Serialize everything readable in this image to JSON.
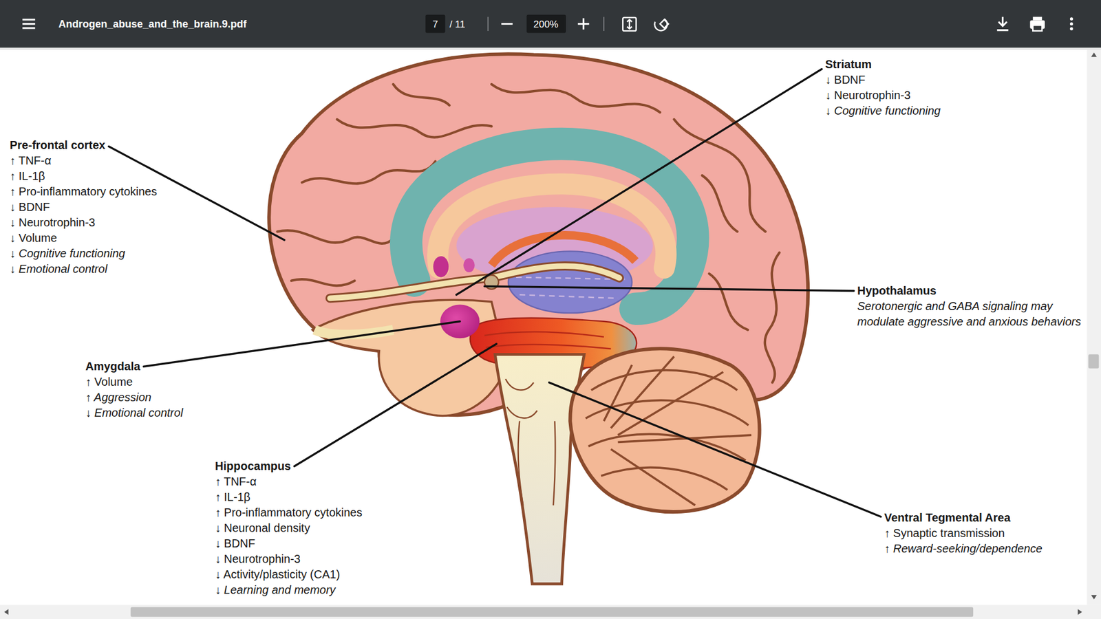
{
  "diagram": {
    "labels": [
      "Androgen_abuse_and_the_brain.9.pdf",
      "7",
      "/ 11",
      "200%",
      "Striatum",
      "↓ BDNF",
      "↓ Neurotrophin-3",
      "↓ Cognitive functioning",
      "Pre-frontal cortex",
      "↑ TNF-α",
      "↑ IL-1β",
      "↑ Pro-inflammatory cytokines",
      "↓ BDNF",
      "↓ Neurotrophin-3",
      "↓ Volume",
      "↓ Cognitive functioning",
      "↓ Emotional control",
      "Hypothalamus",
      "Serotonergic and GABA signaling may modulate aggressive and anxious behaviors",
      "Amygdala",
      "↑ Volume",
      "↑ Aggression",
      "↓ Emotional control",
      "Hippocampus",
      "↑ TNF-α",
      "↑ IL-1β",
      "↑ Pro-inflammatory cytokines",
      "↓ Neuronal density",
      "↓ BDNF",
      "↓ Neurotrophin-3",
      "↓ Activity/plasticity (CA1)",
      "↓ Learning and memory",
      "Ventral Tegmental Area",
      "↑ Synaptic transmission",
      "↑ Reward-seeking/dependence"
    ]
  }
}
